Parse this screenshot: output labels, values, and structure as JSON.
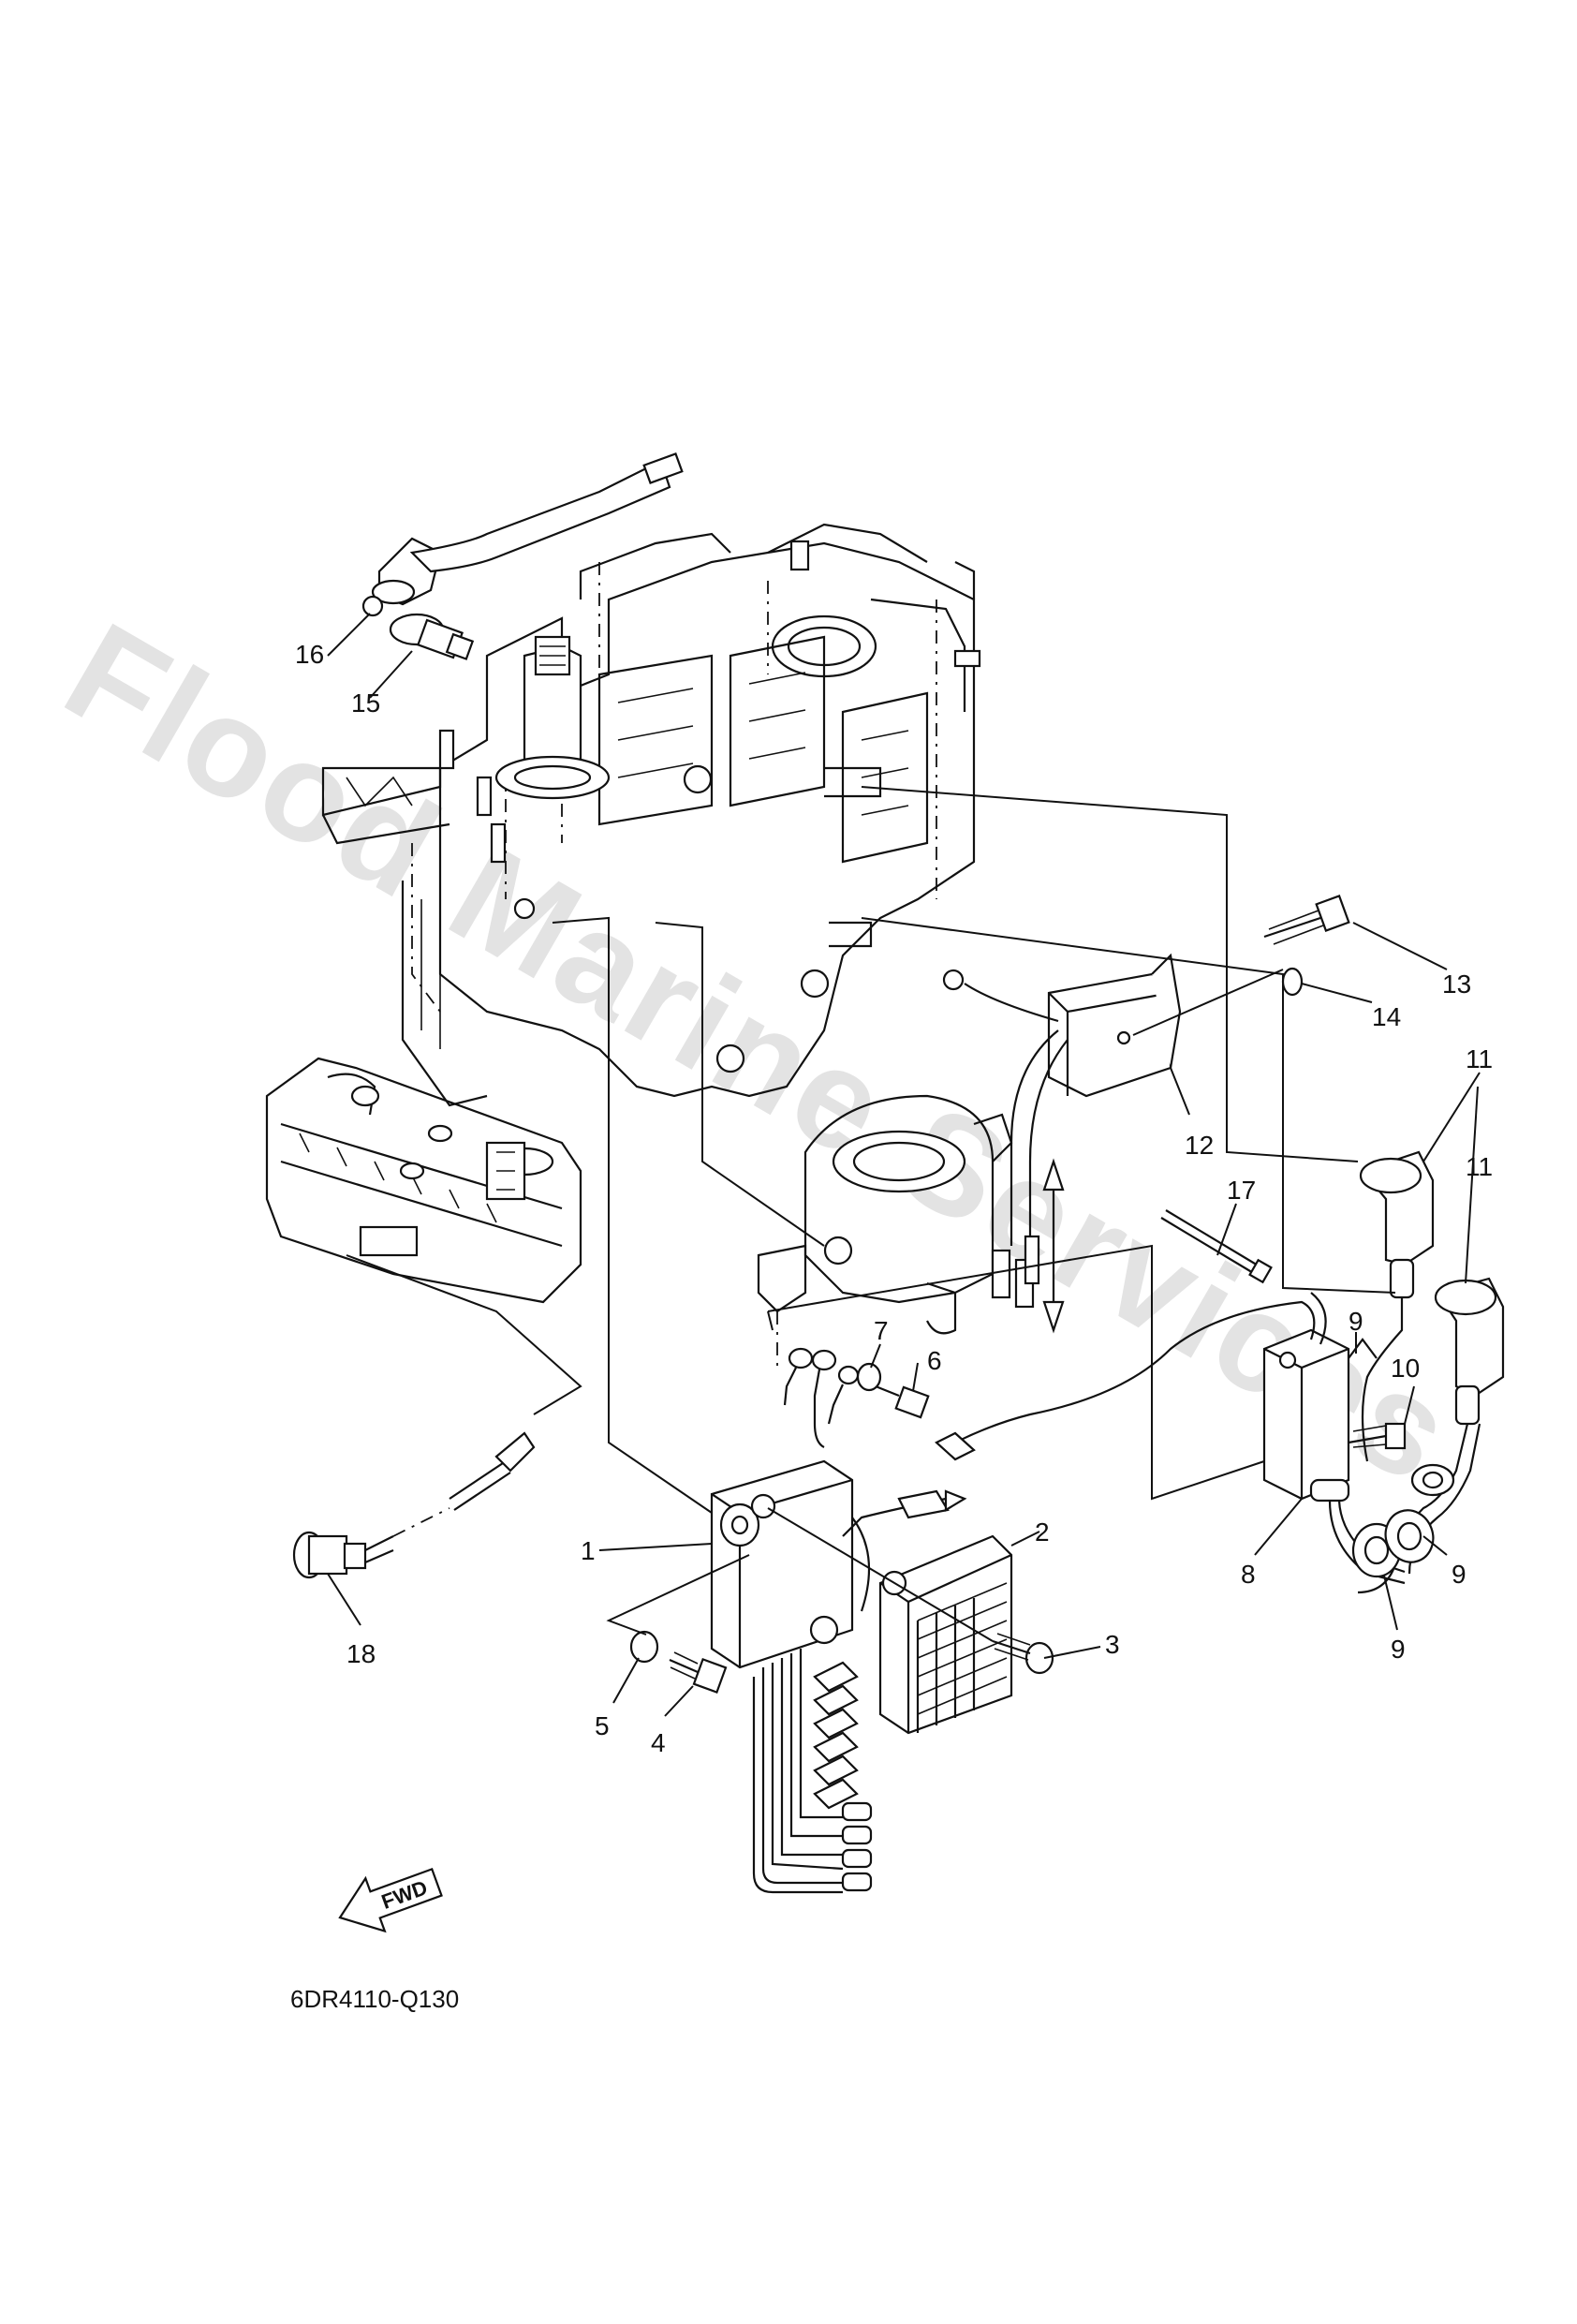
{
  "watermark": "Flood Marine Services",
  "diagram_code": "6DR4110-Q130",
  "fwd_indicator": {
    "label": "FWD",
    "icon": "fwd-arrow-icon"
  },
  "callouts": {
    "c1": "1",
    "c2": "2",
    "c3": "3",
    "c4": "4",
    "c5": "5",
    "c6": "6",
    "c7": "7",
    "c8": "8",
    "c9a": "9",
    "c9b": "9",
    "c9c": "9",
    "c10": "10",
    "c11a": "11",
    "c11b": "11",
    "c12": "12",
    "c13": "13",
    "c14": "14",
    "c15": "15",
    "c16": "16",
    "c17": "17",
    "c18": "18"
  }
}
